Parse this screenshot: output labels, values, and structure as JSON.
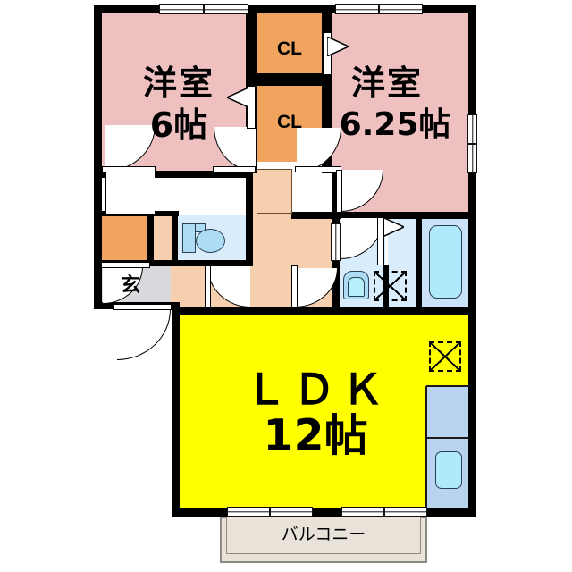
{
  "plan": {
    "type": "japanese-apartment-floorplan",
    "layout_name": "2LDK",
    "colors": {
      "bedroom": "#eec0c0",
      "closet": "#f0a45e",
      "ldk": "#ffff00",
      "water_area": "#d8ecfb",
      "corridor": "#f5cfae",
      "entrance": "#d9d9dd",
      "balcony": "#e8e2d9",
      "fixture_blue": "#aedcf5",
      "counter_blue": "#b8d4ee",
      "wall": "#000000"
    },
    "rooms": [
      {
        "key": "bedroom_left",
        "name": "洋室",
        "size": "6帖",
        "color": "#eec0c0"
      },
      {
        "key": "bedroom_right",
        "name": "洋室",
        "size": "6.25帖",
        "color": "#eec0c0"
      },
      {
        "key": "ldk",
        "name": "ＬＤＫ",
        "size": "12帖",
        "color": "#ffff00"
      },
      {
        "key": "closet_top",
        "name": "CL",
        "size": "",
        "color": "#f0a45e"
      },
      {
        "key": "closet_bottom",
        "name": "CL",
        "size": "",
        "color": "#f0a45e"
      },
      {
        "key": "entrance",
        "name": "玄",
        "size": "",
        "color": "#d9d9dd"
      },
      {
        "key": "balcony",
        "name": "バルコニー",
        "size": "",
        "color": "#e8e2d9"
      }
    ],
    "labels": {
      "bedroom_left_name": "洋室",
      "bedroom_left_size": "6帖",
      "bedroom_right_name": "洋室",
      "bedroom_right_size": "6.25帖",
      "closet_top": "CL",
      "closet_bottom": "CL",
      "ldk_name": "ＬＤＫ",
      "ldk_size": "12帖",
      "entrance": "玄",
      "balcony": "バルコニー"
    },
    "fixtures": [
      {
        "key": "toilet",
        "label": "toilet-fixture"
      },
      {
        "key": "washbasin",
        "label": "washbasin-fixture"
      },
      {
        "key": "washer_space",
        "label": "washing-machine-space"
      },
      {
        "key": "bathtub",
        "label": "bathtub-fixture"
      },
      {
        "key": "refrigerator",
        "label": "refrigerator-space"
      },
      {
        "key": "kitchen_counter",
        "label": "kitchen-counter"
      },
      {
        "key": "kitchen_sink",
        "label": "kitchen-sink"
      }
    ]
  }
}
